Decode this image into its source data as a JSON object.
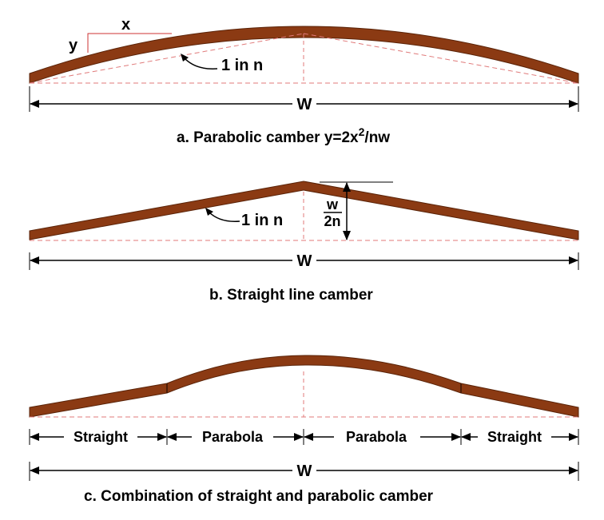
{
  "colors": {
    "road": "#8b3a13",
    "road_edge": "#5a2308",
    "dashed": "#e07a7a",
    "ink": "#000000"
  },
  "diagram_a": {
    "label_y": "y",
    "label_x": "x",
    "slope": "1 in n",
    "width": "W",
    "caption_text": "a. Parabolic camber  y=2x",
    "caption_exp": "2",
    "caption_tail": "/nw"
  },
  "diagram_b": {
    "slope": "1 in n",
    "fraction_num": "w",
    "fraction_den": "2n",
    "width": "W",
    "caption": "b. Straight line camber"
  },
  "diagram_c": {
    "segments": [
      "Straight",
      "Parabola",
      "Parabola",
      "Straight"
    ],
    "width": "W",
    "caption": "c. Combination of straight and parabolic camber"
  }
}
